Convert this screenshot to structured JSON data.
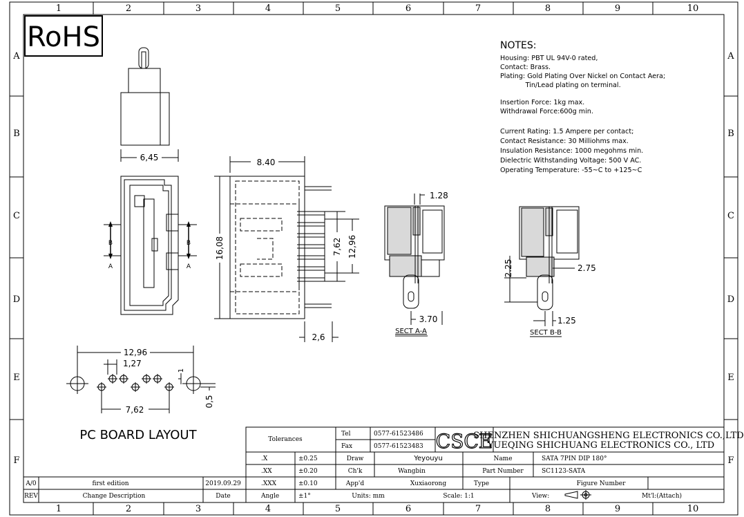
{
  "border": {
    "top_columns": [
      "1",
      "2",
      "3",
      "4",
      "5",
      "6",
      "7",
      "8",
      "9",
      "10"
    ],
    "bottom_columns": [
      "1",
      "2",
      "3",
      "4",
      "5",
      "6",
      "7",
      "8",
      "9",
      "10"
    ],
    "rows": [
      "A",
      "B",
      "C",
      "D",
      "E",
      "F"
    ]
  },
  "rohs": "RoHS",
  "notes": {
    "title": "NOTES:",
    "lines": [
      "Housing: PBT  UL 94V-0 rated,",
      "Contact: Brass.",
      "Plating: Gold Plating Over Nickel on Contact Aera;",
      "            Tin/Lead plating on terminal.",
      "",
      "Insertion Force: 1kg max.",
      "Withdrawal Force:600g min.",
      "",
      "Current Rating: 1.5 Ampere per contact;",
      "Contact Resistance: 30 Milliohms max.",
      "Insulation Resistance: 1000 megohms min.",
      "Dielectric Withstanding Voltage: 500 V AC.",
      "Operating Temperature: -55~C to +125~C"
    ]
  },
  "dimensions": {
    "front_width": "6,45",
    "side_width": "8.40",
    "side_height": "16,08",
    "pin_span": "7,62",
    "pin_span_outer": "12,96",
    "tail_length": "2,6",
    "sect_a_top": "1.28",
    "sect_a_bottom": "3.70",
    "sect_b_left": "2.25",
    "sect_b_right": "2.75",
    "sect_b_bottom": "1.25",
    "pcb_outer": "12,96",
    "pcb_pitch": "1,27",
    "pcb_span": "7,62",
    "pcb_offset": "0,5",
    "pcb_small": "1"
  },
  "section_marks": {
    "b": "B",
    "a": "A"
  },
  "labels": {
    "sect_a": "SECT A-A",
    "sect_b": "SECT B-B",
    "pc_board": "PC BOARD LAYOUT"
  },
  "title_block": {
    "tolerances": "Tolerances",
    "tol_rows": [
      {
        "key": ".X",
        "val": "±0.25"
      },
      {
        "key": ".XX",
        "val": "±0.20"
      },
      {
        "key": ".XXX",
        "val": "±0.10"
      },
      {
        "key": "Angle",
        "val": "±1°"
      }
    ],
    "tel_label": "Tel",
    "tel": "0577-61523486",
    "fax_label": "Fax",
    "fax": "0577-61523483",
    "logo": "CSCE",
    "company_en": "SHENZHEN SHICHUANGSHENG ELECTRONICS CO.,LTD",
    "company_en2": "YUEQING SHICHUANG ELECTRONICS CO., LTD",
    "draw_label": "Draw",
    "draw": "Yeyouyu",
    "chk_label": "Ch'k",
    "chk": "Wangbin",
    "appd_label": "App'd",
    "appd": "Xuxiaorong",
    "units": "Units: mm",
    "scale": "Scale: 1:1",
    "name_label": "Name",
    "name": "SATA 7PIN DIP 180°",
    "part_label": "Part Number",
    "part": "SC1123-SATA",
    "type_label": "Type",
    "figure_label": "Figure Number",
    "view_label": "View:",
    "material": "Mt'l:(Attach)",
    "rev_row": {
      "rev": "A/0",
      "desc": "first edition",
      "date": "2019.09.29"
    },
    "rev_header": {
      "rev": "REV",
      "desc": "Change Description",
      "date": "Date"
    }
  }
}
